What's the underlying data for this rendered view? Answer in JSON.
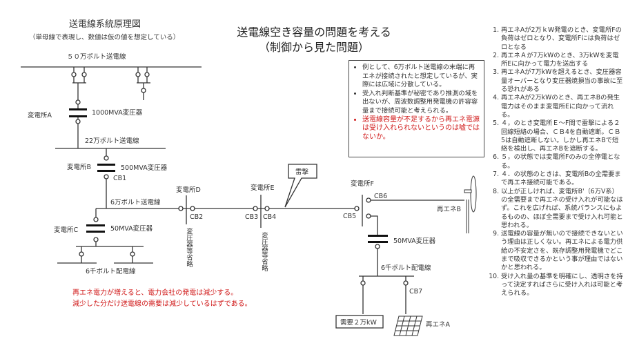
{
  "diagram": {
    "title": "送電線系統原理図",
    "subtitle": "（単母線で表現し、数値は仮の値を想定している）",
    "main_title_line1": "送電線空き容量の問題を考える",
    "main_title_line2": "（制御から見た問題）",
    "line_500kv": "５０万ボルト送電線",
    "line_220kv": "22万ボルト送電線",
    "line_60kv": "6万ボルト送電線",
    "dist_line_c": "6千ボルト配電線",
    "dist_line_f": "6千ボルト配電線",
    "substation_a": "変電所A",
    "substation_b": "変電所B",
    "substation_c": "変電所C",
    "substation_d": "変電所D",
    "substation_e": "変電所E",
    "substation_f": "変電所F",
    "transformer_a": "1000MVA変圧器",
    "transformer_b": "500MVA変圧器",
    "transformer_c": "50MVA変圧器",
    "transformer_f": "50MVA変圧器",
    "cb1": "CB1",
    "cb2": "CB2",
    "cb3": "CB3",
    "cb4": "CB4",
    "cb5": "CB5",
    "cb6": "CB6",
    "cb7": "CB7",
    "omitted_d": "変圧器等省略",
    "omitted_e": "変圧器等省略",
    "lightning": "雷撃",
    "demand": "需要２万kW",
    "renewable_a": "再エネA",
    "renewable_b": "再エネB",
    "red_note_line1": "再エネ電力が増えると、電力会社の発電は減少する。",
    "red_note_line2": "減少した分だけ送電線の需要は減少しているはずである。"
  },
  "note_box": {
    "bullets": [
      "例として、6万ボルト送電線の末端に再エネが接続されたと想定しているが、実際には広域に分散している。",
      "受入れ判断基準が秘密であり推測の域を出ないが、周波数調整用発電機の許容容量まで接続可能と考えられる。",
      "送電線容量が不足するから再エネ電源は受け入れられないというのは嘘ではないか。"
    ]
  },
  "points": [
    "再エネAが2万ｋW発電のとき、変電所Fの負荷はゼロとなり、変電所Fには負荷はゼロとなる",
    "再エネＡが7万kWのとき、3万kWを変電所Eに向かって電力を送出する",
    "再エネAが7万kWを超えるとき、変圧器容量オーバーとなり変圧器焼損当の事故に至る恐れがある",
    "再エネAが2万kWのとき、再エネBの発生電力はそのまま変電所Eに向かって流れる。",
    "４，のとき変電所Ｅ～F間で雷撃による２回線短絡の場合、ＣＢ4を自動遮断。ＣＢ5は自動遮断しない。しかし再エネBで短絡を検出し、再エネBを遮断する。",
    "５，の状態では変電所Fのみの全停電となる。",
    "４．の状態のときは、変電所Bの全需要まで再エネ接続可能である。",
    "以上が正しければ、変電所B'（6万V系）の全需要まで再エネの受け入れが可能なはず。これを広げれば、系統バランスにもよるものの、ほぼ全需要まで受け入れ可能と思われる。",
    "送電線の容量が無いので接続できないという理由は正しくない。再エネによる電力供給の不安定さを、既存調整用発電機でどこまで吸収できるかという事が理由ではないかと思われる。",
    "受け入れ量の基準を明確にし、透明さを持って決定すればさらに受け入れは可能と考えられる。"
  ],
  "colors": {
    "accent_red": "#d01818",
    "line": "#333333"
  }
}
